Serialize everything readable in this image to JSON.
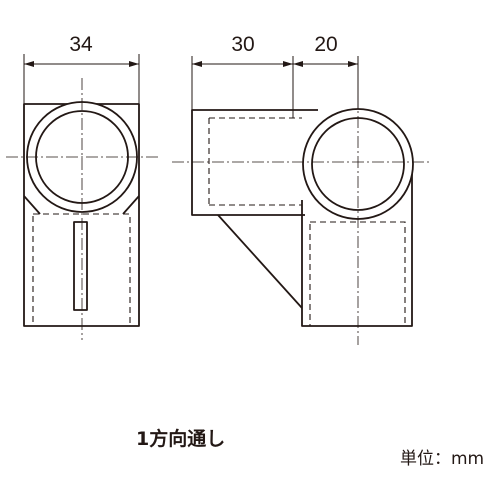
{
  "drawing": {
    "dimensions": {
      "left_width": "34",
      "right_left_width": "30",
      "right_right_width": "20"
    },
    "caption": "1方向通し",
    "unit_label": "単位：mm"
  }
}
